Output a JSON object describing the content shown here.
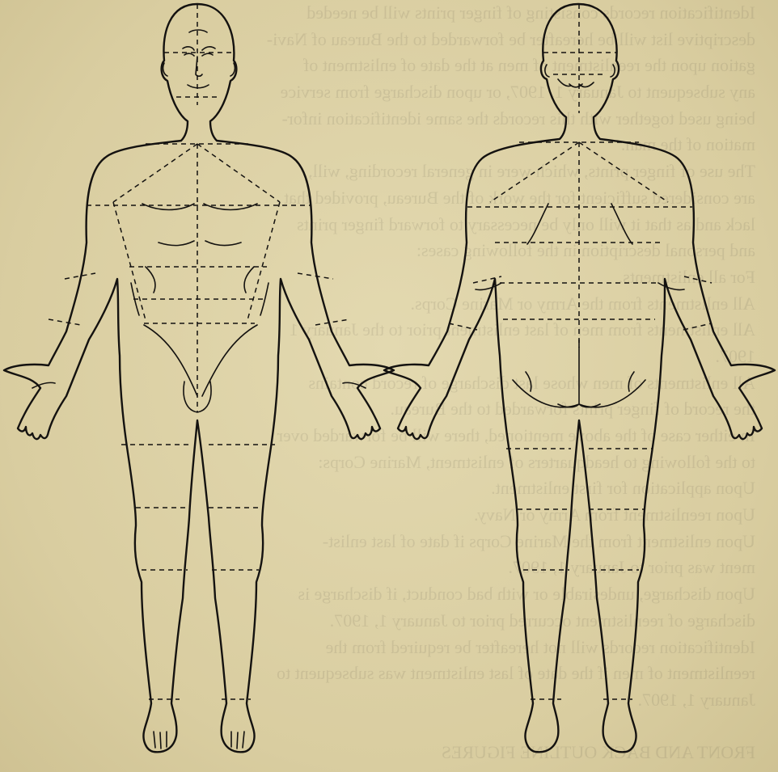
{
  "page": {
    "background": "#ddd2a6",
    "ink": "#141210"
  },
  "bleed_through": {
    "lines": [
      "Identification records consisting of finger prints will be needed",
      "descriptive list will be hereafter be forwarded to the Bureau of Navi-",
      "gation upon the reenlistment of men at the date of enlistment of",
      "any subsequent to January 1, 1907, or upon discharge from service",
      "being used together with this records the same identification infor-",
      "mation of the man.",
      "The use of finger prints, which were in general recording, will,",
      "are considered sufficient for the work of the Bureau, provided that",
      "lack and as that it will only be necessary to forward finger prints",
      "and personal description in the following cases:",
      "For all enlistments.",
      "All enlistments from the Army or Marine Corps.",
      "All enlistments from men of last enlistment prior to the January 1",
      "1907.",
      "All enlistments of men whose last discharge of record contains",
      "the record of finger prints forwarded to the Bureau.",
      "In either case of the above mentioned, there will be forwarded over",
      "to the following to headquarters of enlistment, Marine Corps:",
      "Upon application for first enlistment.",
      "Upon reenlistment from Army or Navy.",
      "Upon enlistment from the Marine Corps if date of last enlist-",
      "ment was prior to January 1, 1907.",
      "Upon discharge, undesirable or with bad conduct, if discharge is",
      "discharge of reenlistment occurred prior to January 1, 1907.",
      "Identification records will not hereafter be required from the",
      "reenlistment of men if the date of last enlistment was subsequent to",
      "January 1, 1907.",
      "",
      "FRONT AND BACK OUTLINE FIGURES"
    ]
  },
  "figures": {
    "front": {
      "label": "front-view"
    },
    "back": {
      "label": "back-view"
    }
  }
}
